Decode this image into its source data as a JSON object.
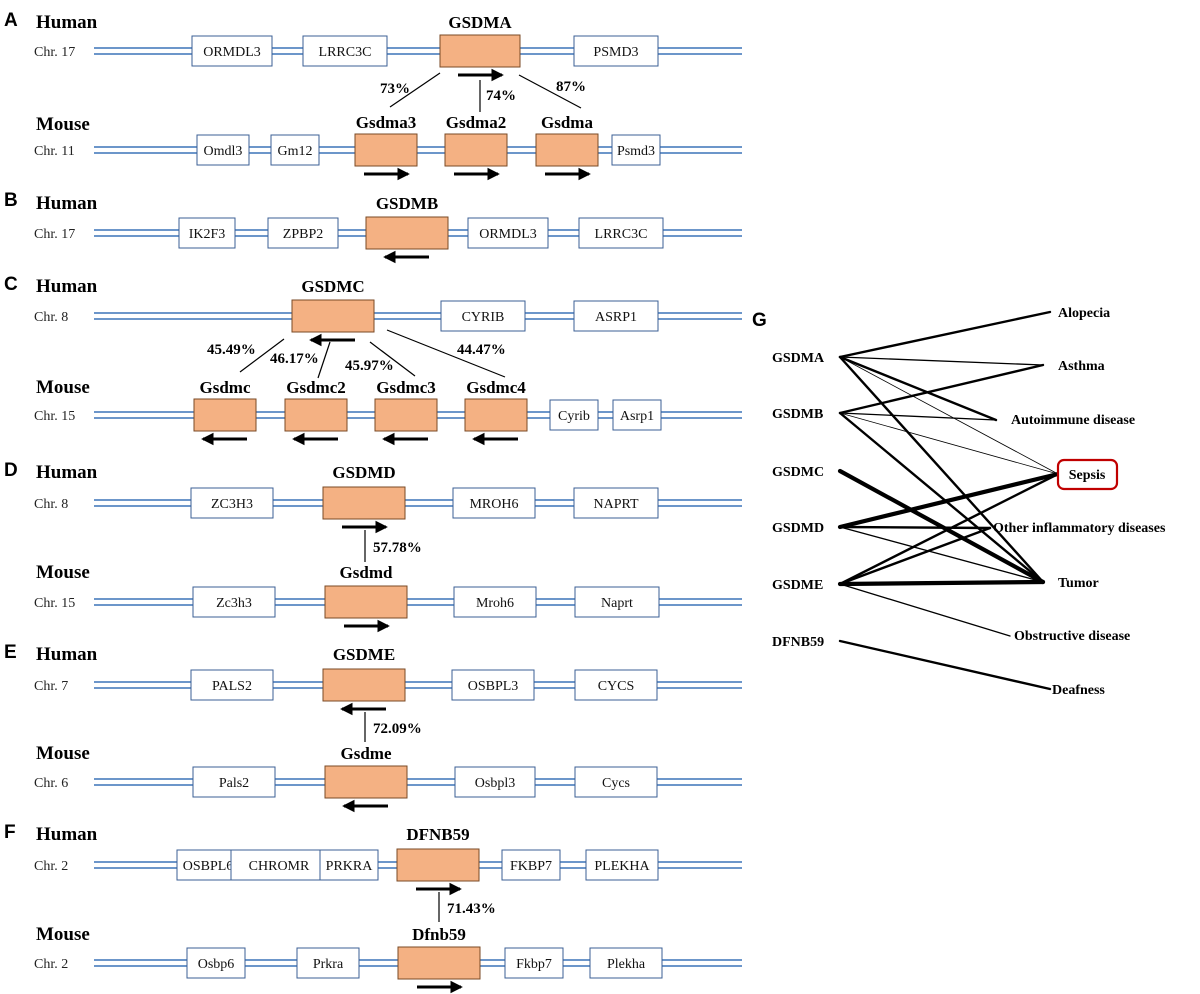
{
  "panels": [
    {
      "letter": "A",
      "human": {
        "species": "Human",
        "chromosome": "Chr. 17",
        "title": "GSDMA",
        "genes": [
          {
            "name": "ORMDL3",
            "kind": "flank"
          },
          {
            "name": "LRRC3C",
            "kind": "flank"
          },
          {
            "name": "",
            "kind": "target",
            "direction": "right"
          },
          {
            "name": "PSMD3",
            "kind": "flank"
          }
        ]
      },
      "mouse": {
        "species": "Mouse",
        "chromosome": "Chr. 11",
        "genes": [
          {
            "name": "Omdl3",
            "kind": "flank"
          },
          {
            "name": "Gm12",
            "kind": "flank"
          },
          {
            "name": "Gsdma3",
            "kind": "target",
            "direction": "right"
          },
          {
            "name": "Gsdma2",
            "kind": "target",
            "direction": "right"
          },
          {
            "name": "Gsdma",
            "kind": "target",
            "direction": "right"
          },
          {
            "name": "Psmd3",
            "kind": "flank"
          }
        ]
      },
      "identities": [
        "73%",
        "74%",
        "87%"
      ]
    },
    {
      "letter": "B",
      "human": {
        "species": "Human",
        "chromosome": "Chr. 17",
        "title": "GSDMB",
        "genes": [
          {
            "name": "IK2F3",
            "kind": "flank"
          },
          {
            "name": "ZPBP2",
            "kind": "flank"
          },
          {
            "name": "",
            "kind": "target",
            "direction": "left"
          },
          {
            "name": "ORMDL3",
            "kind": "flank"
          },
          {
            "name": "LRRC3C",
            "kind": "flank"
          }
        ]
      }
    },
    {
      "letter": "C",
      "human": {
        "species": "Human",
        "chromosome": "Chr. 8",
        "title": "GSDMC",
        "genes": [
          {
            "name": "",
            "kind": "target",
            "direction": "left"
          },
          {
            "name": "CYRIB",
            "kind": "flank"
          },
          {
            "name": "ASRP1",
            "kind": "flank"
          }
        ]
      },
      "mouse": {
        "species": "Mouse",
        "chromosome": "Chr. 15",
        "genes": [
          {
            "name": "Gsdmc",
            "kind": "target",
            "direction": "left"
          },
          {
            "name": "Gsdmc2",
            "kind": "target",
            "direction": "left"
          },
          {
            "name": "Gsdmc3",
            "kind": "target",
            "direction": "left"
          },
          {
            "name": "Gsdmc4",
            "kind": "target",
            "direction": "left"
          },
          {
            "name": "Cyrib",
            "kind": "flank"
          },
          {
            "name": "Asrp1",
            "kind": "flank"
          }
        ]
      },
      "identities": [
        "45.49%",
        "46.17%",
        "45.97%",
        "44.47%"
      ]
    },
    {
      "letter": "D",
      "human": {
        "species": "Human",
        "chromosome": "Chr. 8",
        "title": "GSDMD",
        "genes": [
          {
            "name": "ZC3H3",
            "kind": "flank"
          },
          {
            "name": "",
            "kind": "target",
            "direction": "right"
          },
          {
            "name": "MROH6",
            "kind": "flank"
          },
          {
            "name": "NAPRT",
            "kind": "flank"
          }
        ]
      },
      "mouse": {
        "species": "Mouse",
        "chromosome": "Chr. 15",
        "title": "Gsdmd",
        "genes": [
          {
            "name": "Zc3h3",
            "kind": "flank"
          },
          {
            "name": "",
            "kind": "target",
            "direction": "right"
          },
          {
            "name": "Mroh6",
            "kind": "flank"
          },
          {
            "name": "Naprt",
            "kind": "flank"
          }
        ]
      },
      "identities": [
        "57.78%"
      ]
    },
    {
      "letter": "E",
      "human": {
        "species": "Human",
        "chromosome": "Chr. 7",
        "title": "GSDME",
        "genes": [
          {
            "name": "PALS2",
            "kind": "flank"
          },
          {
            "name": "",
            "kind": "target",
            "direction": "left"
          },
          {
            "name": "OSBPL3",
            "kind": "flank"
          },
          {
            "name": "CYCS",
            "kind": "flank"
          }
        ]
      },
      "mouse": {
        "species": "Mouse",
        "chromosome": "Chr. 6",
        "title": "Gsdme",
        "genes": [
          {
            "name": "Pals2",
            "kind": "flank"
          },
          {
            "name": "",
            "kind": "target",
            "direction": "left"
          },
          {
            "name": "Osbpl3",
            "kind": "flank"
          },
          {
            "name": "Cycs",
            "kind": "flank"
          }
        ]
      },
      "identities": [
        "72.09%"
      ]
    },
    {
      "letter": "F",
      "human": {
        "species": "Human",
        "chromosome": "Chr. 2",
        "title": "DFNB59",
        "genes": [
          {
            "name": "OSBPL6",
            "kind": "flank"
          },
          {
            "name": "CHROMR",
            "kind": "flank"
          },
          {
            "name": "PRKRA",
            "kind": "flank"
          },
          {
            "name": "",
            "kind": "target",
            "direction": "right"
          },
          {
            "name": "FKBP7",
            "kind": "flank"
          },
          {
            "name": "PLEKHA",
            "kind": "flank"
          }
        ]
      },
      "mouse": {
        "species": "Mouse",
        "chromosome": "Chr. 2",
        "title": "Dfnb59",
        "genes": [
          {
            "name": "Osbp6",
            "kind": "flank"
          },
          {
            "name": "Prkra",
            "kind": "flank"
          },
          {
            "name": "",
            "kind": "target",
            "direction": "right"
          },
          {
            "name": "Fkbp7",
            "kind": "flank"
          },
          {
            "name": "Plekha",
            "kind": "flank"
          }
        ]
      },
      "identities": [
        "71.43%"
      ]
    }
  ],
  "network": {
    "letter": "G",
    "genes": [
      "GSDMA",
      "GSDMB",
      "GSDMC",
      "GSDMD",
      "GSDME",
      "DFNB59"
    ],
    "diseases": [
      "Alopecia",
      "Asthma",
      "Autoimmune disease",
      "Sepsis",
      "Other inflammatory diseases",
      "Tumor",
      "Obstructive disease",
      "Deafness"
    ],
    "highlighted_disease": "Sepsis",
    "associations": [
      {
        "gene": "GSDMA",
        "disease": "Alopecia",
        "weight": "medium"
      },
      {
        "gene": "GSDMA",
        "disease": "Asthma",
        "weight": "thin"
      },
      {
        "gene": "GSDMA",
        "disease": "Autoimmune disease",
        "weight": "medium"
      },
      {
        "gene": "GSDMA",
        "disease": "Sepsis",
        "weight": "hair"
      },
      {
        "gene": "GSDMA",
        "disease": "Tumor",
        "weight": "medium"
      },
      {
        "gene": "GSDMB",
        "disease": "Asthma",
        "weight": "medium"
      },
      {
        "gene": "GSDMB",
        "disease": "Autoimmune disease",
        "weight": "thin"
      },
      {
        "gene": "GSDMB",
        "disease": "Sepsis",
        "weight": "hair"
      },
      {
        "gene": "GSDMB",
        "disease": "Tumor",
        "weight": "medium"
      },
      {
        "gene": "GSDMC",
        "disease": "Tumor",
        "weight": "heavy"
      },
      {
        "gene": "GSDMD",
        "disease": "Sepsis",
        "weight": "heavy"
      },
      {
        "gene": "GSDMD",
        "disease": "Other inflammatory diseases",
        "weight": "medium"
      },
      {
        "gene": "GSDMD",
        "disease": "Tumor",
        "weight": "thin"
      },
      {
        "gene": "GSDME",
        "disease": "Sepsis",
        "weight": "medium"
      },
      {
        "gene": "GSDME",
        "disease": "Other inflammatory diseases",
        "weight": "medium"
      },
      {
        "gene": "GSDME",
        "disease": "Tumor",
        "weight": "heavy"
      },
      {
        "gene": "GSDME",
        "disease": "Obstructive disease",
        "weight": "thin"
      },
      {
        "gene": "DFNB59",
        "disease": "Deafness",
        "weight": "medium"
      }
    ]
  },
  "colors": {
    "chromosome_line": "#3b73b9",
    "target_gene_fill": "#f4b183",
    "highlight_border": "#c00000"
  }
}
